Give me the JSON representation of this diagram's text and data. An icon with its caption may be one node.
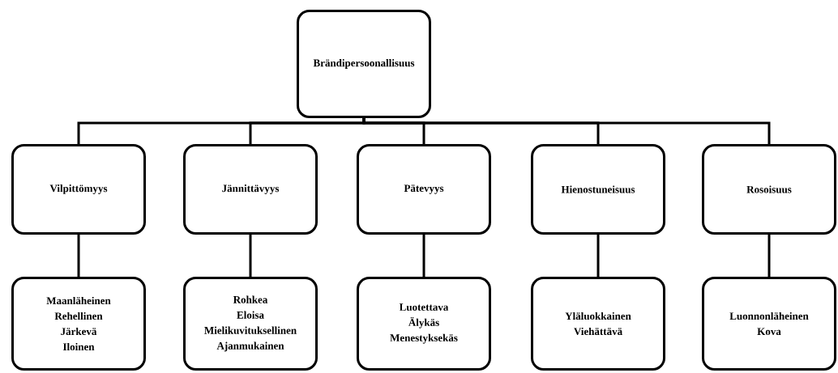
{
  "diagram": {
    "nodes": [
      {
        "text": [
          "Brändipersoonallisuus"
        ]
      },
      {
        "text": [
          "Vilpittömyys"
        ]
      },
      {
        "text": [
          "Jännittävyys"
        ]
      },
      {
        "text": [
          "Pätevyys"
        ]
      },
      {
        "text": [
          "Hienostuneisuus"
        ]
      },
      {
        "text": [
          "Rosoisuus"
        ]
      },
      {
        "text": [
          "Maanläheinen",
          "Rehellinen",
          "Järkevä",
          "Iloinen"
        ]
      },
      {
        "text": [
          "Rohkea",
          "Eloisa",
          "Mielikuvituksellinen",
          "Ajanmukainen"
        ]
      },
      {
        "text": [
          "Luotettava",
          "Älykäs",
          "Menestyksekäs"
        ]
      },
      {
        "text": [
          "Yläluokkainen",
          "Viehättävä"
        ]
      },
      {
        "text": [
          "Luonnonläheinen",
          "Kova"
        ]
      }
    ],
    "edges": [
      {
        "from": 0,
        "to": 1,
        "arrow": "none"
      },
      {
        "from": 0,
        "to": 2,
        "arrow": "none"
      },
      {
        "from": 0,
        "to": 3,
        "arrow": "none"
      },
      {
        "from": 0,
        "to": 4,
        "arrow": "none"
      },
      {
        "from": 0,
        "to": 5,
        "arrow": "none"
      },
      {
        "from": 1,
        "to": 6,
        "arrow": "none"
      },
      {
        "from": 2,
        "to": 7,
        "arrow": "none"
      },
      {
        "from": 3,
        "to": 8,
        "arrow": "none"
      },
      {
        "from": 4,
        "to": 9,
        "arrow": "none"
      },
      {
        "from": 5,
        "to": 10,
        "arrow": "none"
      }
    ]
  }
}
